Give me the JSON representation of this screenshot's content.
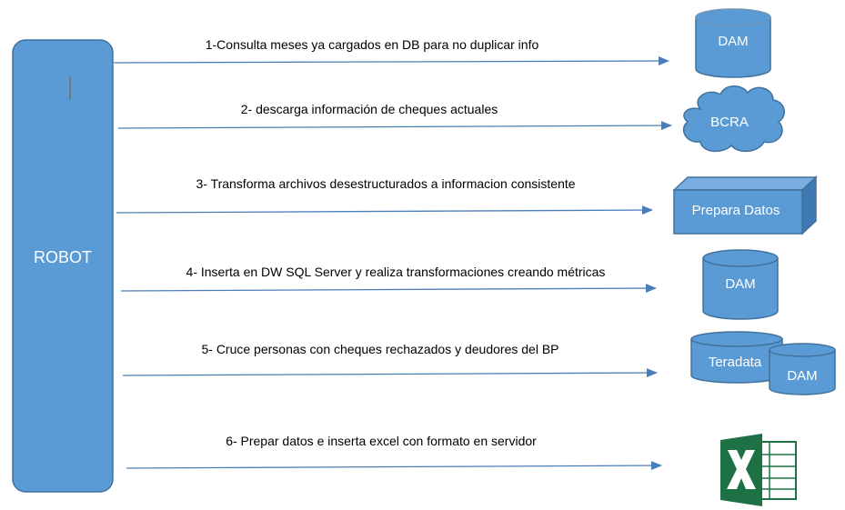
{
  "robot": {
    "label": "ROBOT"
  },
  "steps": [
    {
      "label": "1-Consulta meses ya cargados en DB para no duplicar info"
    },
    {
      "label": "2- descarga información de cheques actuales"
    },
    {
      "label": "3- Transforma archivos desestructurados a informacion consistente"
    },
    {
      "label": "4-  Inserta en DW SQL Server y realiza transformaciones creando métricas"
    },
    {
      "label": "5- Cruce personas con cheques rechazados y deudores del BP"
    },
    {
      "label": "6- Prepar datos e inserta excel con formato en servidor"
    }
  ],
  "targets": {
    "dam1": "DAM",
    "bcra": "BCRA",
    "prepara": "Prepara Datos",
    "dam2": "DAM",
    "teradata": "Teradata",
    "dam3": "DAM",
    "excel_icon": "excel-icon"
  },
  "colors": {
    "fill": "#5b9bd5",
    "stroke": "#41719c",
    "arrow": "#4a7ebb",
    "excel_green": "#1e7145"
  }
}
